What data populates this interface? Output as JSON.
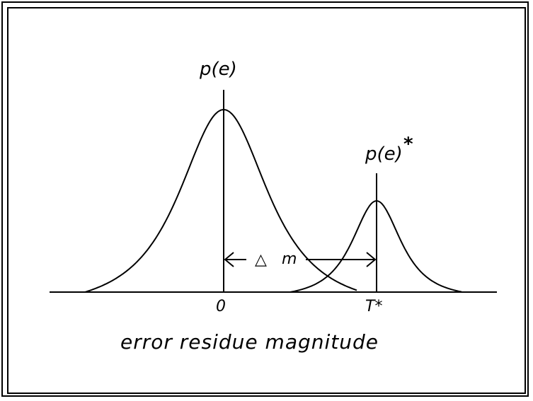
{
  "diagram": {
    "labels": {
      "p_e": "p(e)",
      "p_e_star": "p(e)",
      "star": "*",
      "delta_symbol": "△",
      "m": "m",
      "zero": "0",
      "t_star": "T*",
      "xlabel": "error residue magnitude"
    },
    "curves": [
      {
        "id": "p-e",
        "center": 0,
        "peak": 1.0,
        "spread": 1.0
      },
      {
        "id": "p-e-star",
        "center": 1,
        "peak": 0.5,
        "spread": 0.55
      }
    ],
    "colors": {
      "ink": "#000000",
      "background": "#ffffff"
    }
  }
}
